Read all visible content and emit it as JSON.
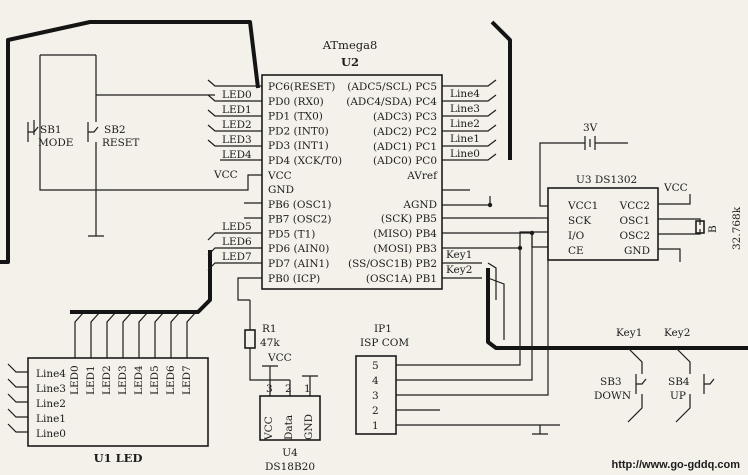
{
  "u2": {
    "ref": "U2",
    "part": "ATmega8",
    "left_pins": [
      "PC6(RESET)",
      "PD0 (RX0)",
      "PD1 (TX0)",
      "PD2 (INT0)",
      "PD3 (INT1)",
      "PD4 (XCK/T0)",
      "VCC",
      "GND",
      "PB6 (OSC1)",
      "PB7 (OSC2)",
      "PD5 (T1)",
      "PD6 (AIN0)",
      "PD7 (AIN1)",
      "PB0 (ICP)"
    ],
    "right_pins": [
      "(ADC5/SCL) PC5",
      "(ADC4/SDA) PC4",
      "(ADC3) PC3",
      "(ADC2) PC2",
      "(ADC1) PC1",
      "(ADC0) PC0",
      "AVref",
      "AGND",
      "(SCK) PB5",
      "(MISO) PB4",
      "(MOSI) PB3",
      "(SS/OSC1B) PB2",
      "(OSC1A) PB1"
    ]
  },
  "left_nets": [
    "LED0",
    "LED1",
    "LED2",
    "LED3",
    "LED4",
    "VCC",
    "LED5",
    "LED6",
    "LED7"
  ],
  "right_nets": [
    "Line4",
    "Line3",
    "Line2",
    "Line1",
    "Line0",
    "Key1",
    "Key2"
  ],
  "sb1": {
    "ref": "SB1",
    "name": "MODE"
  },
  "sb2": {
    "ref": "SB2",
    "name": "RESET"
  },
  "u3": {
    "title": "U3 DS1302",
    "left_pins": [
      "VCC1",
      "SCK",
      "I/O",
      "CE"
    ],
    "right_pins": [
      "VCC2",
      "OSC1",
      "OSC2",
      "GND"
    ],
    "battery": "3V",
    "vcc": "VCC",
    "crystal_ref": "B",
    "crystal_value": "32.768k"
  },
  "r1": {
    "ref": "R1",
    "value": "47k",
    "vcc": "VCC"
  },
  "ip1": {
    "ref": "IP1",
    "name": "ISP COM",
    "pins": [
      "5",
      "4",
      "3",
      "2",
      "1"
    ]
  },
  "u4": {
    "ref": "U4",
    "part": "DS18B20",
    "pins": [
      "VCC",
      "Data",
      "GND"
    ],
    "pin_nums": [
      "3",
      "2",
      "1"
    ]
  },
  "u1": {
    "title": "U1 LED",
    "line_pins": [
      "Line4",
      "Line3",
      "Line2",
      "Line1",
      "Line0"
    ],
    "led_pins": [
      "LED0",
      "LED1",
      "LED2",
      "LED3",
      "LED4",
      "LED5",
      "LED6",
      "LED7"
    ]
  },
  "keys": {
    "key1": "Key1",
    "key2": "Key2",
    "sb3": "SB3",
    "sb3_name": "DOWN",
    "sb4": "SB4",
    "sb4_name": "UP"
  },
  "watermark": "http://www.go-gddq.com"
}
